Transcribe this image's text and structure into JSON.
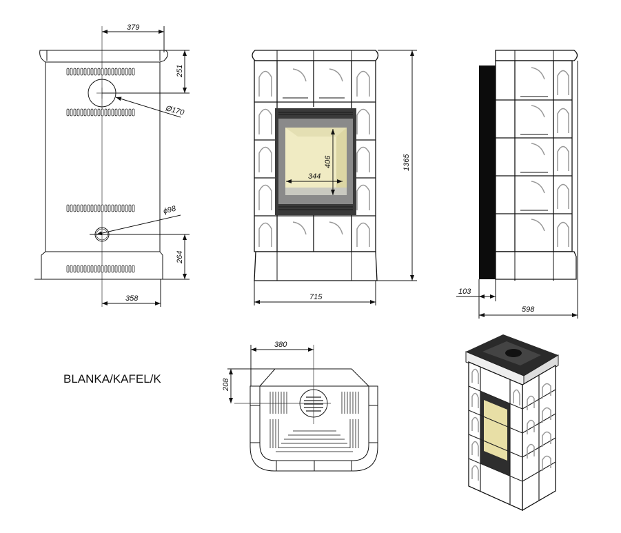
{
  "model_label": "BLANKA/KAFEL/K",
  "rear_view": {
    "width_to_flue": "379",
    "flue_height_from_top": "251",
    "flue_diameter": "Ø170",
    "air_inlet_diameter": "ϕ98",
    "air_inlet_height": "264",
    "air_inlet_offset": "358"
  },
  "front_view": {
    "glass_height": "406",
    "glass_width": "344",
    "total_height": "1365",
    "total_width": "715",
    "glass_color": "#f0ebc3"
  },
  "side_view": {
    "back_offset": "103",
    "total_depth": "598"
  },
  "top_view": {
    "flue_offset_x": "380",
    "flue_offset_y": "208"
  }
}
